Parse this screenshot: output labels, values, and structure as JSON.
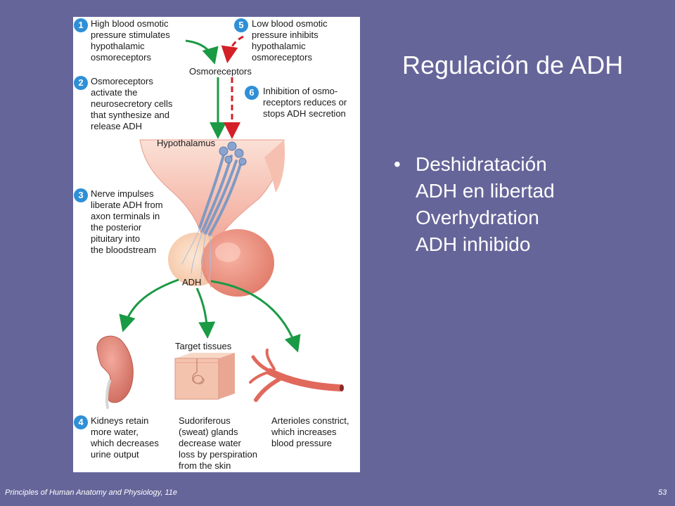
{
  "slide": {
    "title": "Regulación de ADH",
    "bullet_marker": "•",
    "bullet_lines": [
      "Deshidratación",
      "ADH en libertad",
      "Overhydration",
      "ADH inhibido"
    ],
    "footer_left": "Principles of Human Anatomy and Physiology, 11e",
    "footer_right": "53"
  },
  "figure": {
    "steps": [
      {
        "number": "1",
        "lines": [
          "High blood osmotic",
          "pressure stimulates",
          "hypothalamic",
          "osmoreceptors"
        ]
      },
      {
        "number": "2",
        "lines": [
          "Osmoreceptors",
          "activate the",
          "neurosecretory cells",
          "that synthesize and",
          "release ADH"
        ]
      },
      {
        "number": "3",
        "lines": [
          "Nerve impulses",
          "liberate ADH from",
          "axon terminals in",
          "the posterior",
          "pituitary into",
          "the bloodstream"
        ]
      },
      {
        "number": "4",
        "lines": [
          "Kidneys retain",
          "more water,",
          "which decreases",
          "urine output"
        ]
      },
      {
        "number": "5",
        "lines": [
          "Low blood osmotic",
          "pressure inhibits",
          "hypothalamic",
          "osmoreceptors"
        ]
      },
      {
        "number": "6",
        "lines": [
          "Inhibition of osmo-",
          "receptors reduces or",
          "stops ADH secretion"
        ]
      }
    ],
    "labels": {
      "osmoreceptors": "Osmoreceptors",
      "hypothalamus": "Hypothalamus",
      "adh": "ADH",
      "target_tissues": "Target tissues"
    },
    "effects": {
      "sweat": [
        "Sudoriferous",
        "(sweat) glands",
        "decrease water",
        "loss by perspiration",
        "from the skin"
      ],
      "arterioles": [
        "Arterioles constrict,",
        "which increases",
        "blood pressure"
      ]
    },
    "colors": {
      "background": "#66659a",
      "step_badge": "#2f8fd6",
      "stimulate_arrow": "#1a9a44",
      "inhibit_arrow": "#d42027",
      "tissue_pink": "#f2a898",
      "neuron_blue": "#7f9ac4"
    }
  }
}
